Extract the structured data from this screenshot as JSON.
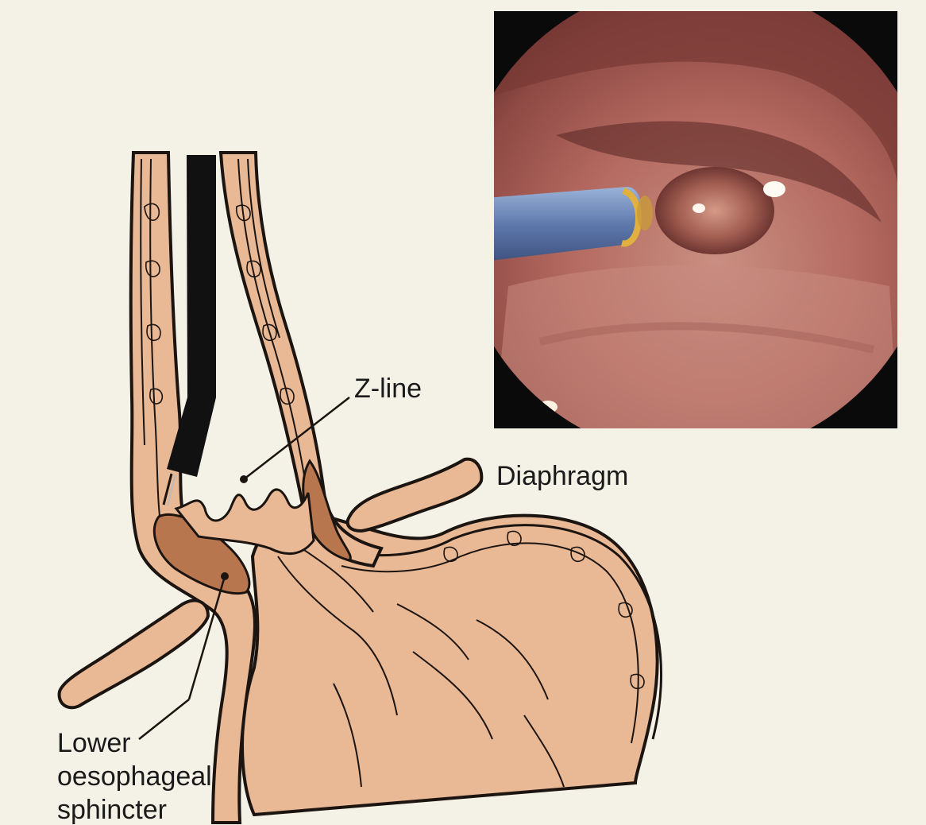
{
  "labels": {
    "z_line": "Z-line",
    "diaphragm": "Diaphragm",
    "sphincter_line1": "Lower",
    "sphincter_line2": "oesophageal",
    "sphincter_line3": "sphincter"
  },
  "colors": {
    "background": "#f4f1e6",
    "tissue": "#e9b895",
    "tissue_dark": "#b8764e",
    "outline": "#1b1410",
    "endoscope": "#111111",
    "photo_frame": "#0a0a0a",
    "mucosa": "#b46a60",
    "scope_blue": "#5f79ad"
  },
  "icons": {
    "endoscopic_photo": "endoscopic-view-photo",
    "anatomy": "gastro-oesophageal-junction-illustration"
  }
}
